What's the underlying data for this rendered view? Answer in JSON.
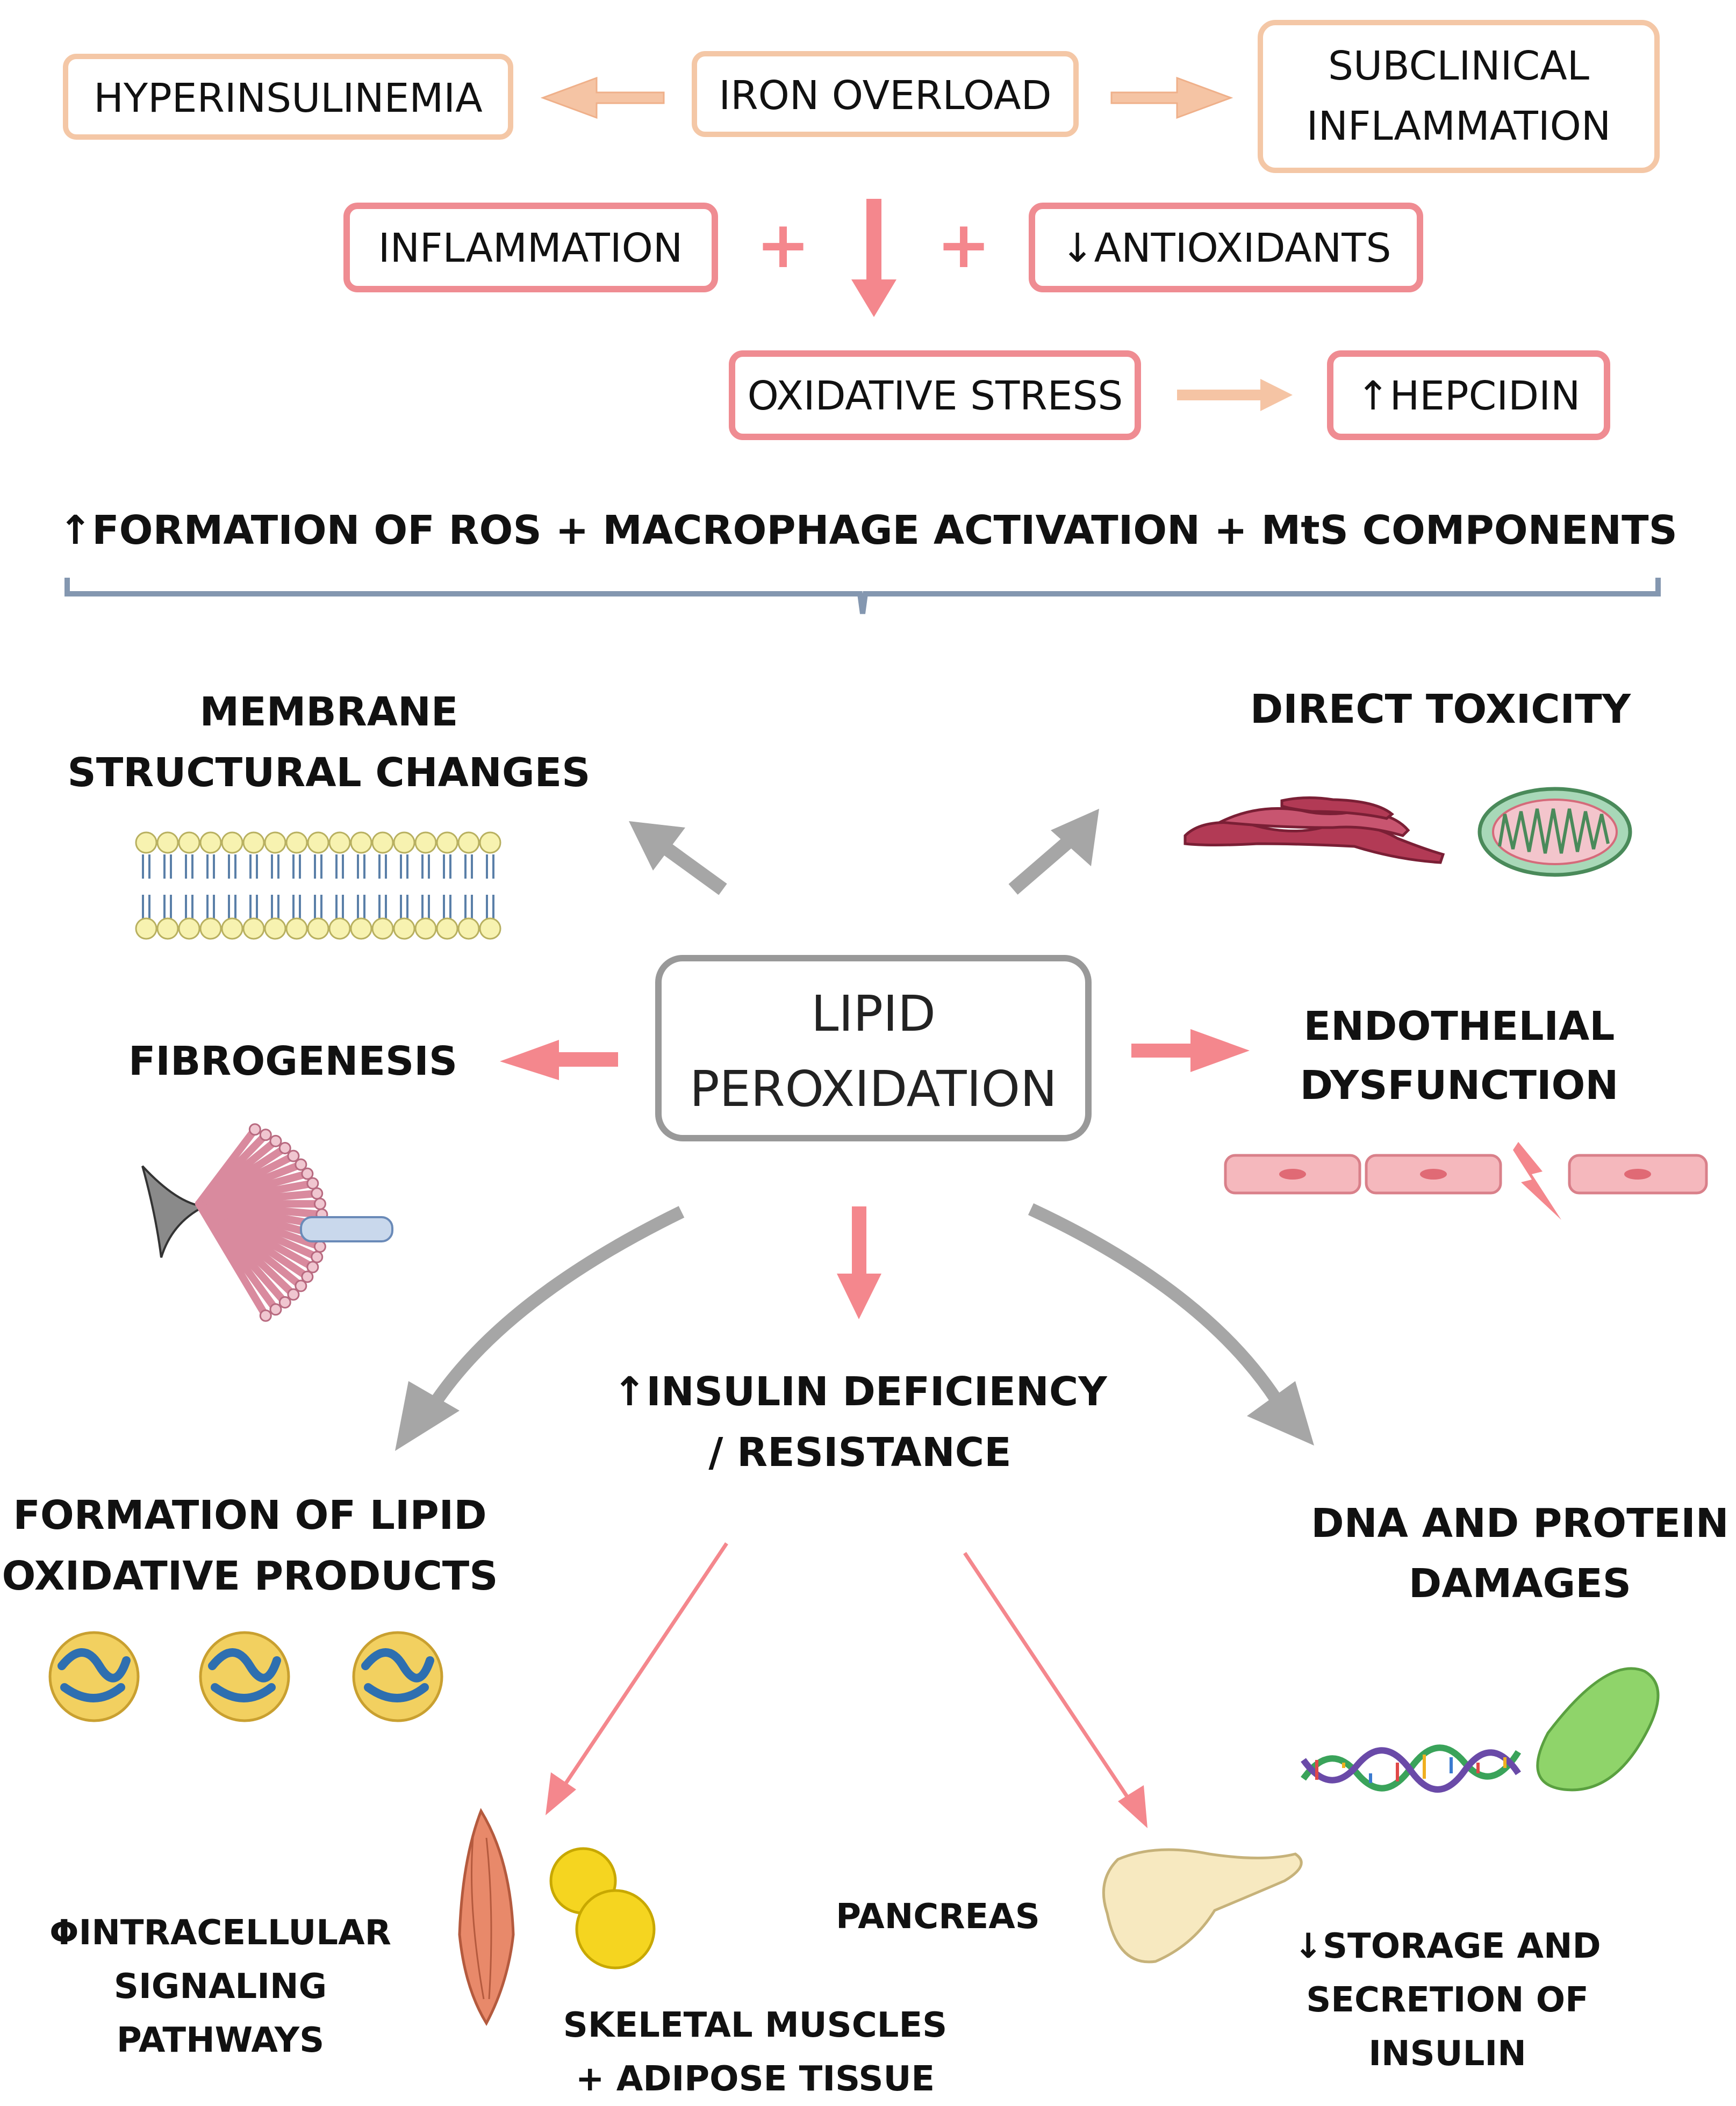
{
  "top_boxes": {
    "hyperinsulinemia": "HYPERINSULINEMIA",
    "iron_overload": "IRON OVERLOAD",
    "subclinical_line1": "SUBCLINICAL",
    "subclinical_line2": "INFLAMMATION",
    "inflammation": "INFLAMMATION",
    "antioxidants": "↓ANTIOXIDANTS",
    "oxidative_stress": "OXIDATIVE STRESS",
    "hepcidin": "↑HEPCIDIN"
  },
  "plus_sign": "+",
  "summary_line": "↑FORMATION OF ROS + MACROPHAGE ACTIVATION + MtS COMPONENTS",
  "center": {
    "line1": "LIPID",
    "line2": "PEROXIDATION"
  },
  "effects": {
    "membrane_line1": "MEMBRANE",
    "membrane_line2": "STRUCTURAL CHANGES",
    "direct_toxicity": "DIRECT TOXICITY",
    "fibrogenesis": "FIBROGENESIS",
    "endothelial_line1": "ENDOTHELIAL",
    "endothelial_line2": "DYSFUNCTION",
    "insulin_line1": "↑INSULIN DEFICIENCY",
    "insulin_line2": "/ RESISTANCE",
    "lipid_products_line1": "FORMATION OF LIPID",
    "lipid_products_line2": "OXIDATIVE PRODUCTS",
    "dna_line1": "DNA AND PROTEIN",
    "dna_line2": "DAMAGES"
  },
  "bottom": {
    "intracellular_line1": "ΦINTRACELLULAR",
    "intracellular_line2": "SIGNALING",
    "intracellular_line3": "PATHWAYS",
    "skeletal_line1": "SKELETAL MUSCLES",
    "skeletal_line2": "+ ADIPOSE TISSUE",
    "pancreas": "PANCREAS",
    "storage_line1": "↓STORAGE AND",
    "storage_line2": "SECRETION OF",
    "storage_line3": "INSULIN"
  },
  "colors": {
    "peach_border": "#f4c7a6",
    "pink_border": "#ef8c92",
    "peach_arrow": "#f5c4a4",
    "pink_arrow": "#f4878d",
    "gray_arrow": "#a6a6a6",
    "bracket": "#8497b0",
    "center_border": "#999999"
  }
}
